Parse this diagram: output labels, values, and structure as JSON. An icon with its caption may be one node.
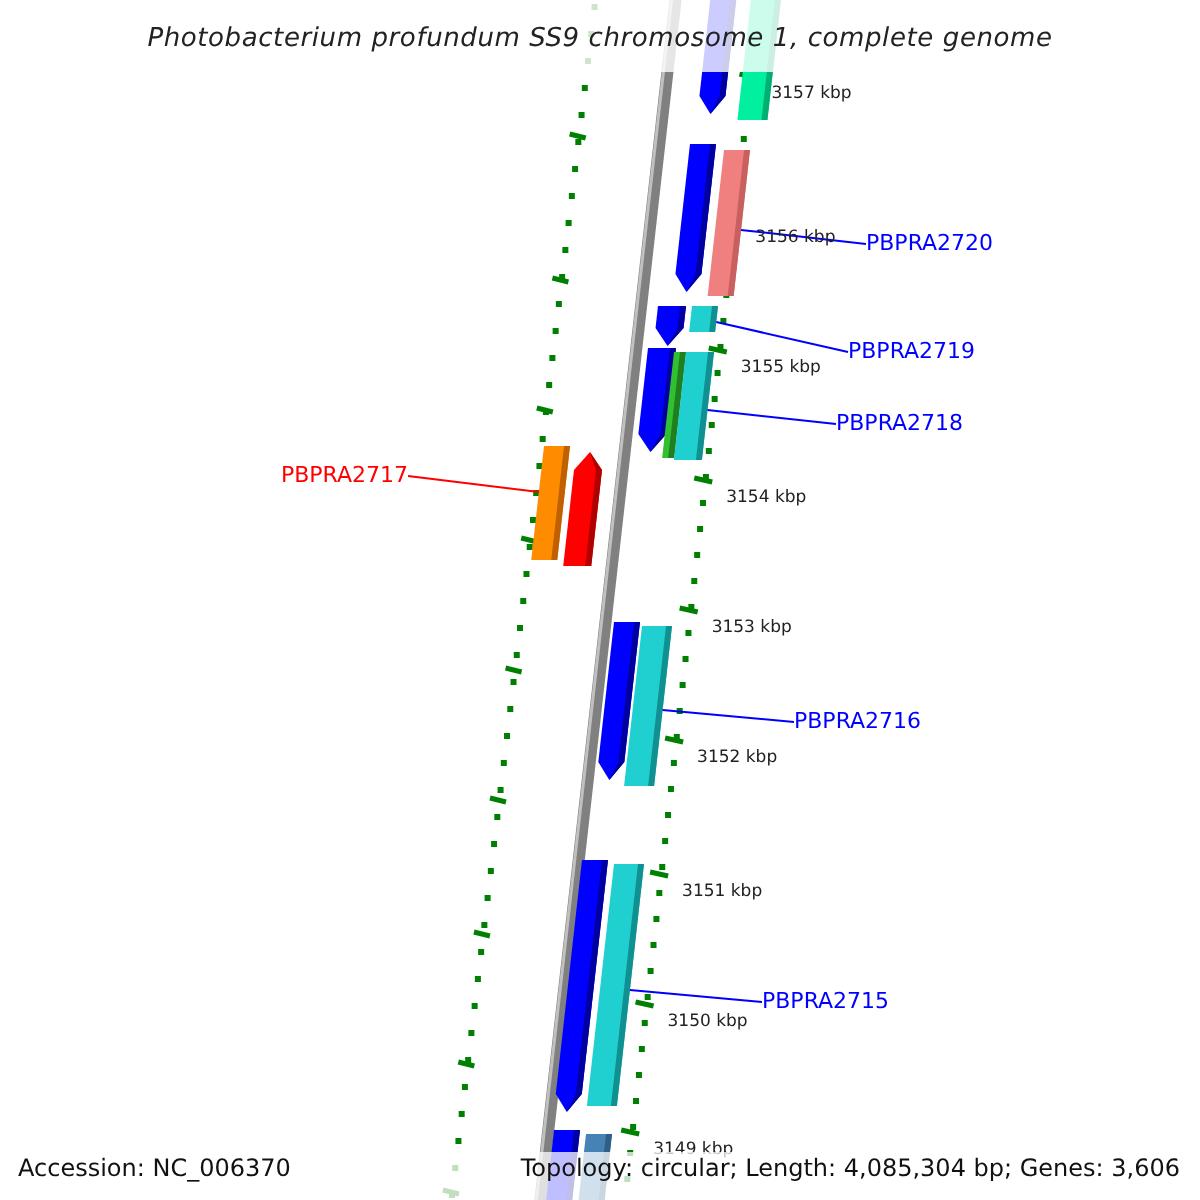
{
  "diagram": {
    "title": "Photobacterium profundum SS9 chromosome 1, complete genome",
    "nodes": [
      {
        "text": [],
        "shape": "pentagon"
      },
      {
        "text": [],
        "shape": "bar"
      },
      {
        "text": [],
        "shape": "pentagon"
      },
      {
        "text": [],
        "shape": "bar"
      },
      {
        "text": [
          "PBPRA2720"
        ]
      },
      {
        "text": [],
        "shape": "pentagon"
      },
      {
        "text": [],
        "shape": "bar"
      },
      {
        "text": [
          "PBPRA2719"
        ]
      },
      {
        "text": [],
        "shape": "pentagon"
      },
      {
        "text": [],
        "shape": "bar"
      },
      {
        "text": [],
        "shape": "bar"
      },
      {
        "text": [
          "PBPRA2718"
        ]
      },
      {
        "text": [
          "PBPRA2717"
        ]
      },
      {
        "text": [],
        "shape": "bar"
      },
      {
        "text": [],
        "shape": "pentagon"
      },
      {
        "text": [],
        "shape": "pentagon"
      },
      {
        "text": [],
        "shape": "bar"
      },
      {
        "text": [
          "PBPRA2716"
        ]
      },
      {
        "text": [],
        "shape": "pentagon"
      },
      {
        "text": [],
        "shape": "bar"
      },
      {
        "text": [
          "PBPRA2715"
        ]
      },
      {
        "text": [],
        "shape": "bar"
      },
      {
        "text": [],
        "shape": "bar"
      }
    ],
    "edges": [
      {
        "from": 4,
        "to": 3,
        "arrow": "none"
      },
      {
        "from": 7,
        "to": 6,
        "arrow": "none"
      },
      {
        "from": 11,
        "to": 10,
        "arrow": "none"
      },
      {
        "from": 12,
        "to": 13,
        "arrow": "none",
        "color": "#ff0000"
      },
      {
        "from": 17,
        "to": 16,
        "arrow": "none"
      },
      {
        "from": 20,
        "to": 19,
        "arrow": "none"
      }
    ],
    "labels": [
      "3157 kbp",
      "3156 kbp",
      "3155 kbp",
      "3154 kbp",
      "3153 kbp",
      "3152 kbp",
      "3151 kbp",
      "3150 kbp",
      "3149 kbp",
      "Accession: NC_006370",
      "Topology: circular; Length: 4,085,304 bp; Genes: 3,606"
    ]
  }
}
